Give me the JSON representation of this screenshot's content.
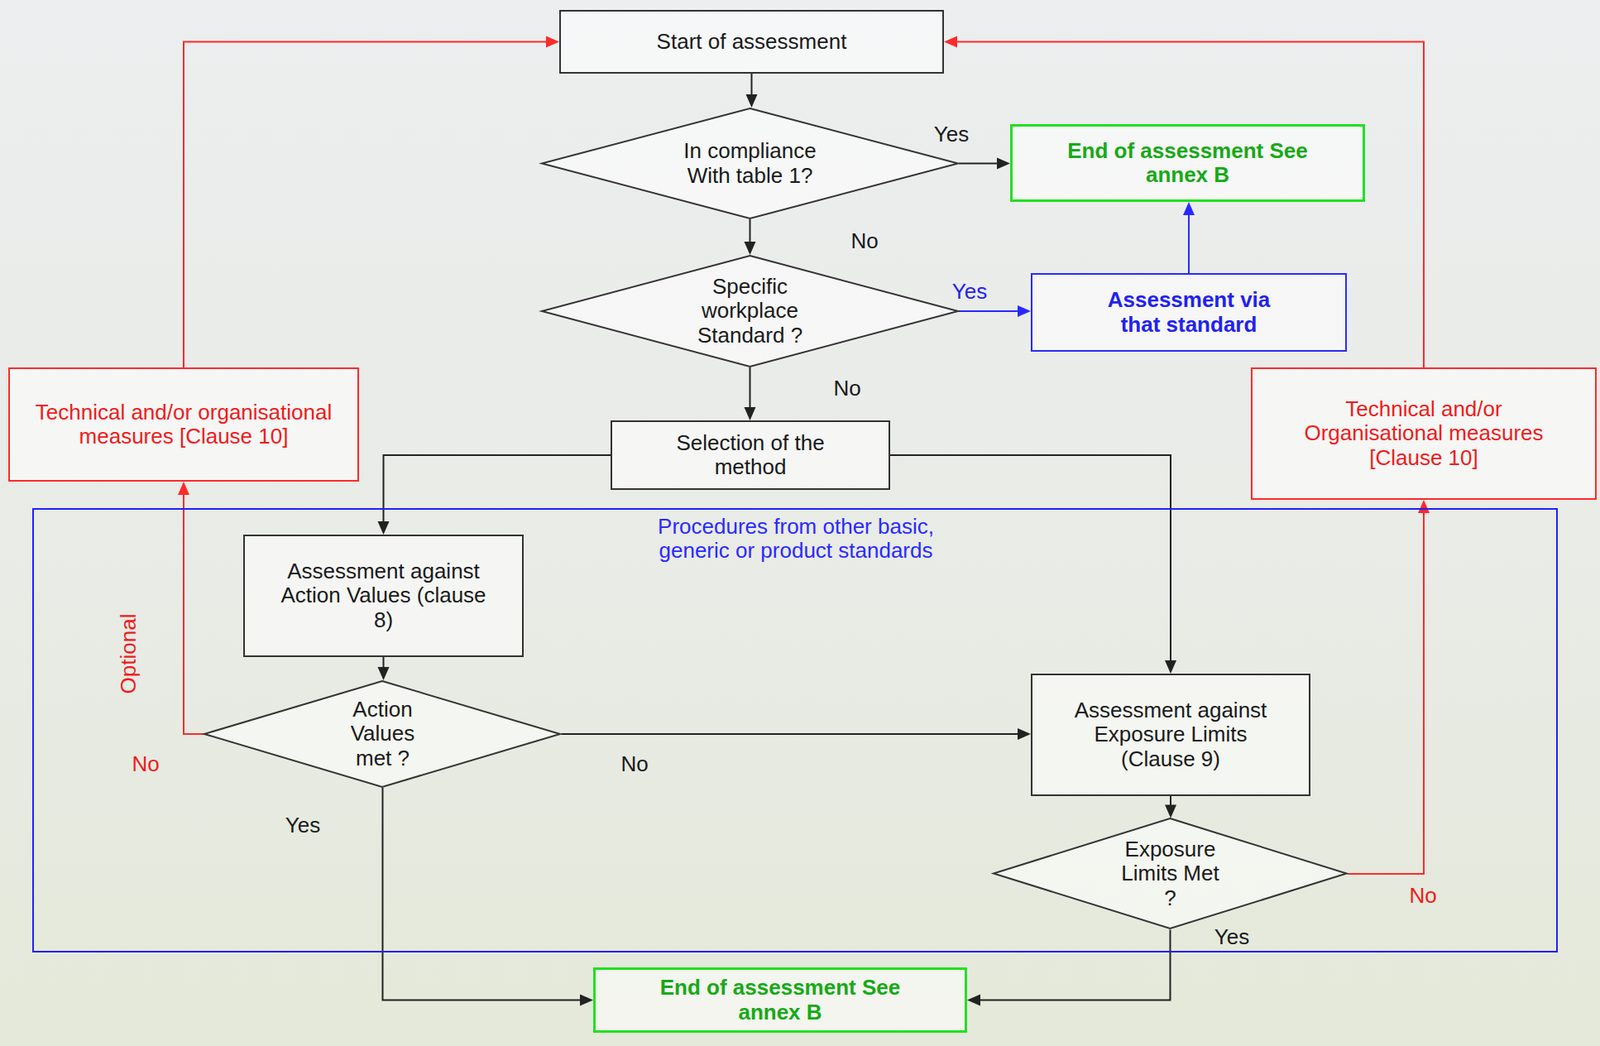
{
  "diagram": {
    "nodes": [
      {
        "text": [
          "Start of assessment"
        ]
      },
      {
        "text": [
          "In compliance With table 1?"
        ]
      },
      {
        "text": [
          "End of assessment See annex B"
        ]
      },
      {
        "text": [
          "Specific workplace Standard ?"
        ]
      },
      {
        "text": [
          "Assessment via that standard"
        ]
      },
      {
        "text": [
          "Technical and/or organisational measures [Clause 10]"
        ]
      },
      {
        "text": [
          "Technical and/or Organisational measures [Clause 10]"
        ]
      },
      {
        "text": [
          "Selection of the method"
        ]
      },
      {
        "text": [
          "Procedures from other basic, generic or product standards"
        ]
      },
      {
        "text": [
          "Assessment against Action Values (clause 8)"
        ],
        "in": 8
      },
      {
        "text": [
          "Action Values met ?"
        ],
        "in": 8
      },
      {
        "text": [
          "Assessment against Exposure Limits (Clause 9)"
        ],
        "in": 8
      },
      {
        "text": [
          "Exposure Limits Met ?"
        ],
        "in": 8
      },
      {
        "text": [
          "End of assessment See annex B"
        ]
      }
    ],
    "edges": [
      {
        "from": 0,
        "to": 1,
        "arrow": "to"
      },
      {
        "from": 1,
        "to": 2,
        "label": "Yes",
        "arrow": "to"
      },
      {
        "from": 1,
        "to": 3,
        "label": "No",
        "arrow": "to"
      },
      {
        "from": 3,
        "to": 4,
        "label": "Yes",
        "arrow": "to"
      },
      {
        "from": 4,
        "to": 2,
        "arrow": "to"
      },
      {
        "from": 3,
        "to": 7,
        "label": "No",
        "arrow": "to"
      },
      {
        "from": 7,
        "to": 9,
        "arrow": "to"
      },
      {
        "from": 7,
        "to": 11,
        "arrow": "to"
      },
      {
        "from": 9,
        "to": 10,
        "arrow": "to"
      },
      {
        "from": 10,
        "to": 5,
        "label": "No",
        "arrow": "to"
      },
      {
        "from": 5,
        "to": 0,
        "arrow": "to"
      },
      {
        "from": 10,
        "to": 11,
        "label": "No",
        "arrow": "to"
      },
      {
        "from": 10,
        "to": 13,
        "label": "Yes",
        "arrow": "to"
      },
      {
        "from": 11,
        "to": 12,
        "arrow": "to"
      },
      {
        "from": 12,
        "to": 6,
        "label": "No",
        "arrow": "to"
      },
      {
        "from": 6,
        "to": 0,
        "arrow": "to"
      },
      {
        "from": 12,
        "to": 13,
        "label": "Yes",
        "arrow": "to"
      }
    ],
    "labels": [
      "Optional"
    ]
  }
}
